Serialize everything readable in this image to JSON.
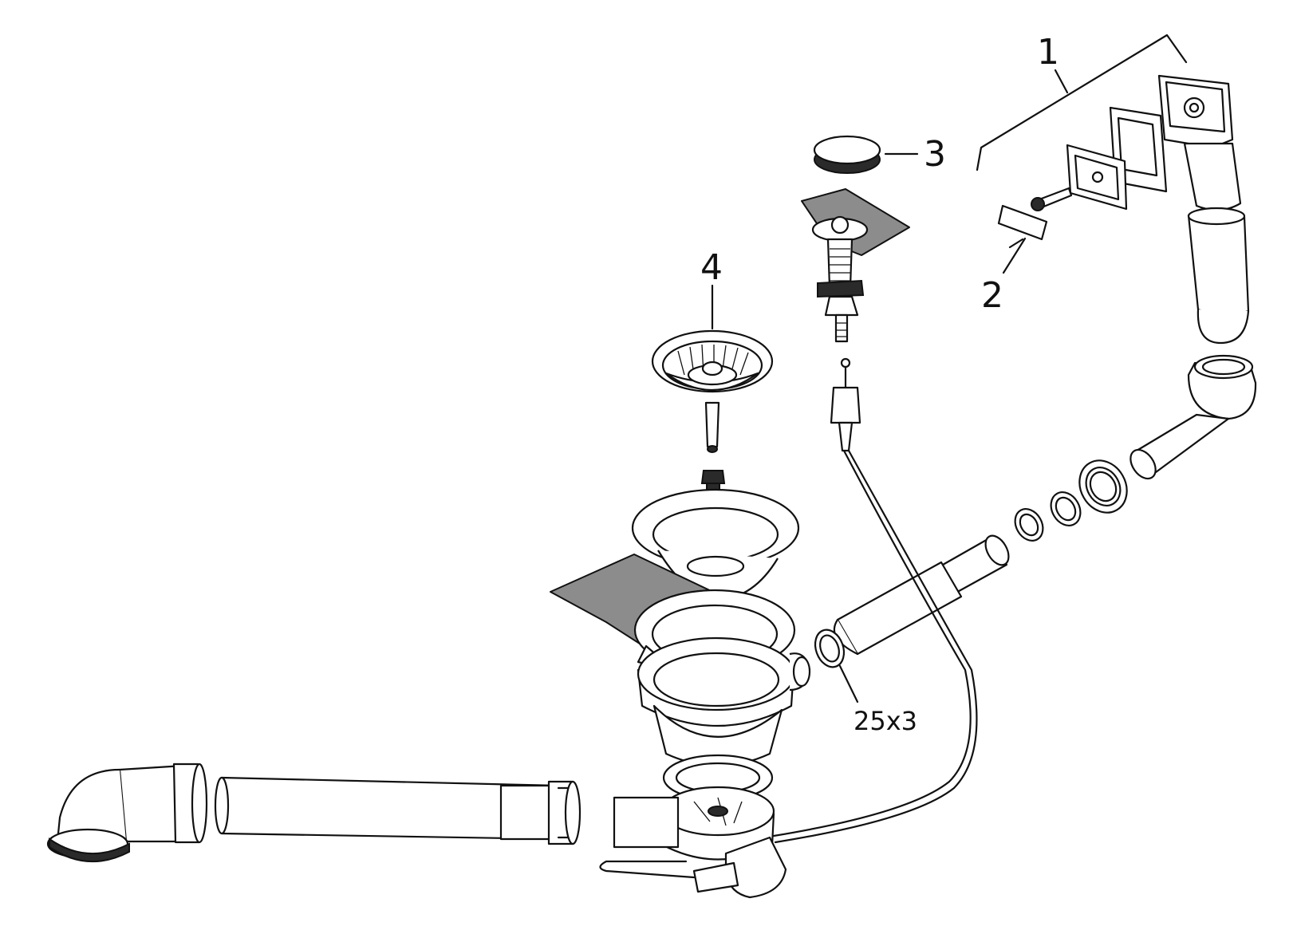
{
  "callouts": {
    "c1": "1",
    "c2": "2",
    "c3": "3",
    "c4": "4",
    "seal": "25x3"
  },
  "colors": {
    "line": "#111111",
    "fill": "#ffffff",
    "gasket_fill": "#8c8c8c"
  }
}
